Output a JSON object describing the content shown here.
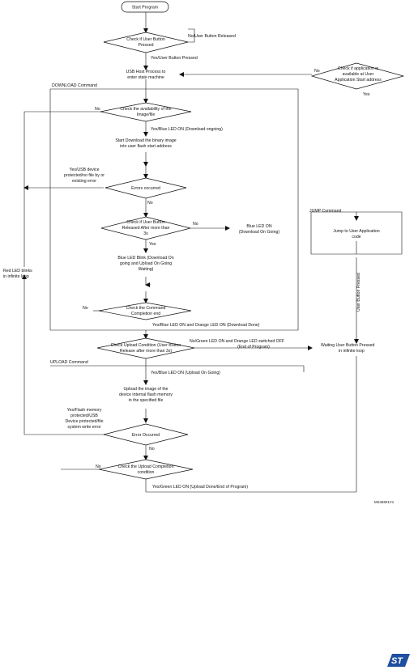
{
  "diagram": {
    "start": "Start Program",
    "check_user_button": [
      "Check if User Button",
      "Pressed"
    ],
    "no_user_button_released": "No/User Button Released",
    "yes_user_button_pressed": "Yes/User Button Pressed",
    "usb_host_process": [
      "USB Host Process to",
      "enter state machine"
    ],
    "check_application": [
      "Check if application is",
      "available at User",
      "Application Start address"
    ],
    "label_no_app": "No",
    "label_yes_app": "Yes",
    "download_command": "DOWNLOAD Command",
    "check_image_availability": [
      "Check the availability of the",
      "Image/file"
    ],
    "label_no_image": "No",
    "yes_blue_led_on": "Yes/Blue LED ON (Download ongoing)",
    "start_download": [
      "Start Download the binary image",
      "into user flash start address"
    ],
    "yes_usb_device_error": [
      "Yes/USB device",
      "protected/no file by or",
      "existing error"
    ],
    "errors_occurred": "Errors occurred",
    "label_no_errors": "No",
    "check_button_released": [
      "Check if User Button",
      "Released After more than",
      "3s"
    ],
    "label_no_released": "No",
    "blue_led_on": [
      "Blue LED ON",
      "(Download On Going)"
    ],
    "label_yes_released": "Yes",
    "blue_led_blink": [
      "Blue LED Blink (Download On",
      "going and Upload On Going",
      "Waiting)"
    ],
    "red_led_blinks": [
      "Red LED blinks",
      "in infinite loop"
    ],
    "label_no_command": "No",
    "check_command_completion": [
      "Check the Command",
      "Completion end"
    ],
    "yes_blue_orange_on": "Yes/Blue LED ON and Orange LED ON (Download Done)",
    "jump_command": "JUMP Command",
    "jump_to_user_app": [
      "Jump to User Application",
      "code"
    ],
    "user_button_pressed": "User Button Pressed",
    "check_upload_condition": [
      "Check Upload Condition (User Button",
      "Release after more than 3s)"
    ],
    "no_green_orange": [
      "No/Green LED ON and Orange LED switched OFF",
      "(End of Program)"
    ],
    "waiting_user_button": [
      "Waiting User Button Pressed",
      "in infinite loop"
    ],
    "upload_command": "UPLOAD Command",
    "yes_blue_upload": "Yes/Blue LED ON (Upload On Going)",
    "upload_image": [
      "Upload the image of the",
      "device internal flash memory",
      "in the specified file"
    ],
    "yes_flash_error": [
      "Yes/Flash memory",
      "protected/USB",
      "Device protected/file",
      "system write error"
    ],
    "error_occurred": "Error Occurred",
    "label_no_error": "No",
    "label_no_upload": "No",
    "check_upload_complete": [
      "Check the Upload Completion",
      "condition"
    ],
    "yes_green_done": "Yes/Green LED ON (Upload Done/End of Program)",
    "figure_id": "MS46601V1",
    "logo_text": "ST"
  }
}
